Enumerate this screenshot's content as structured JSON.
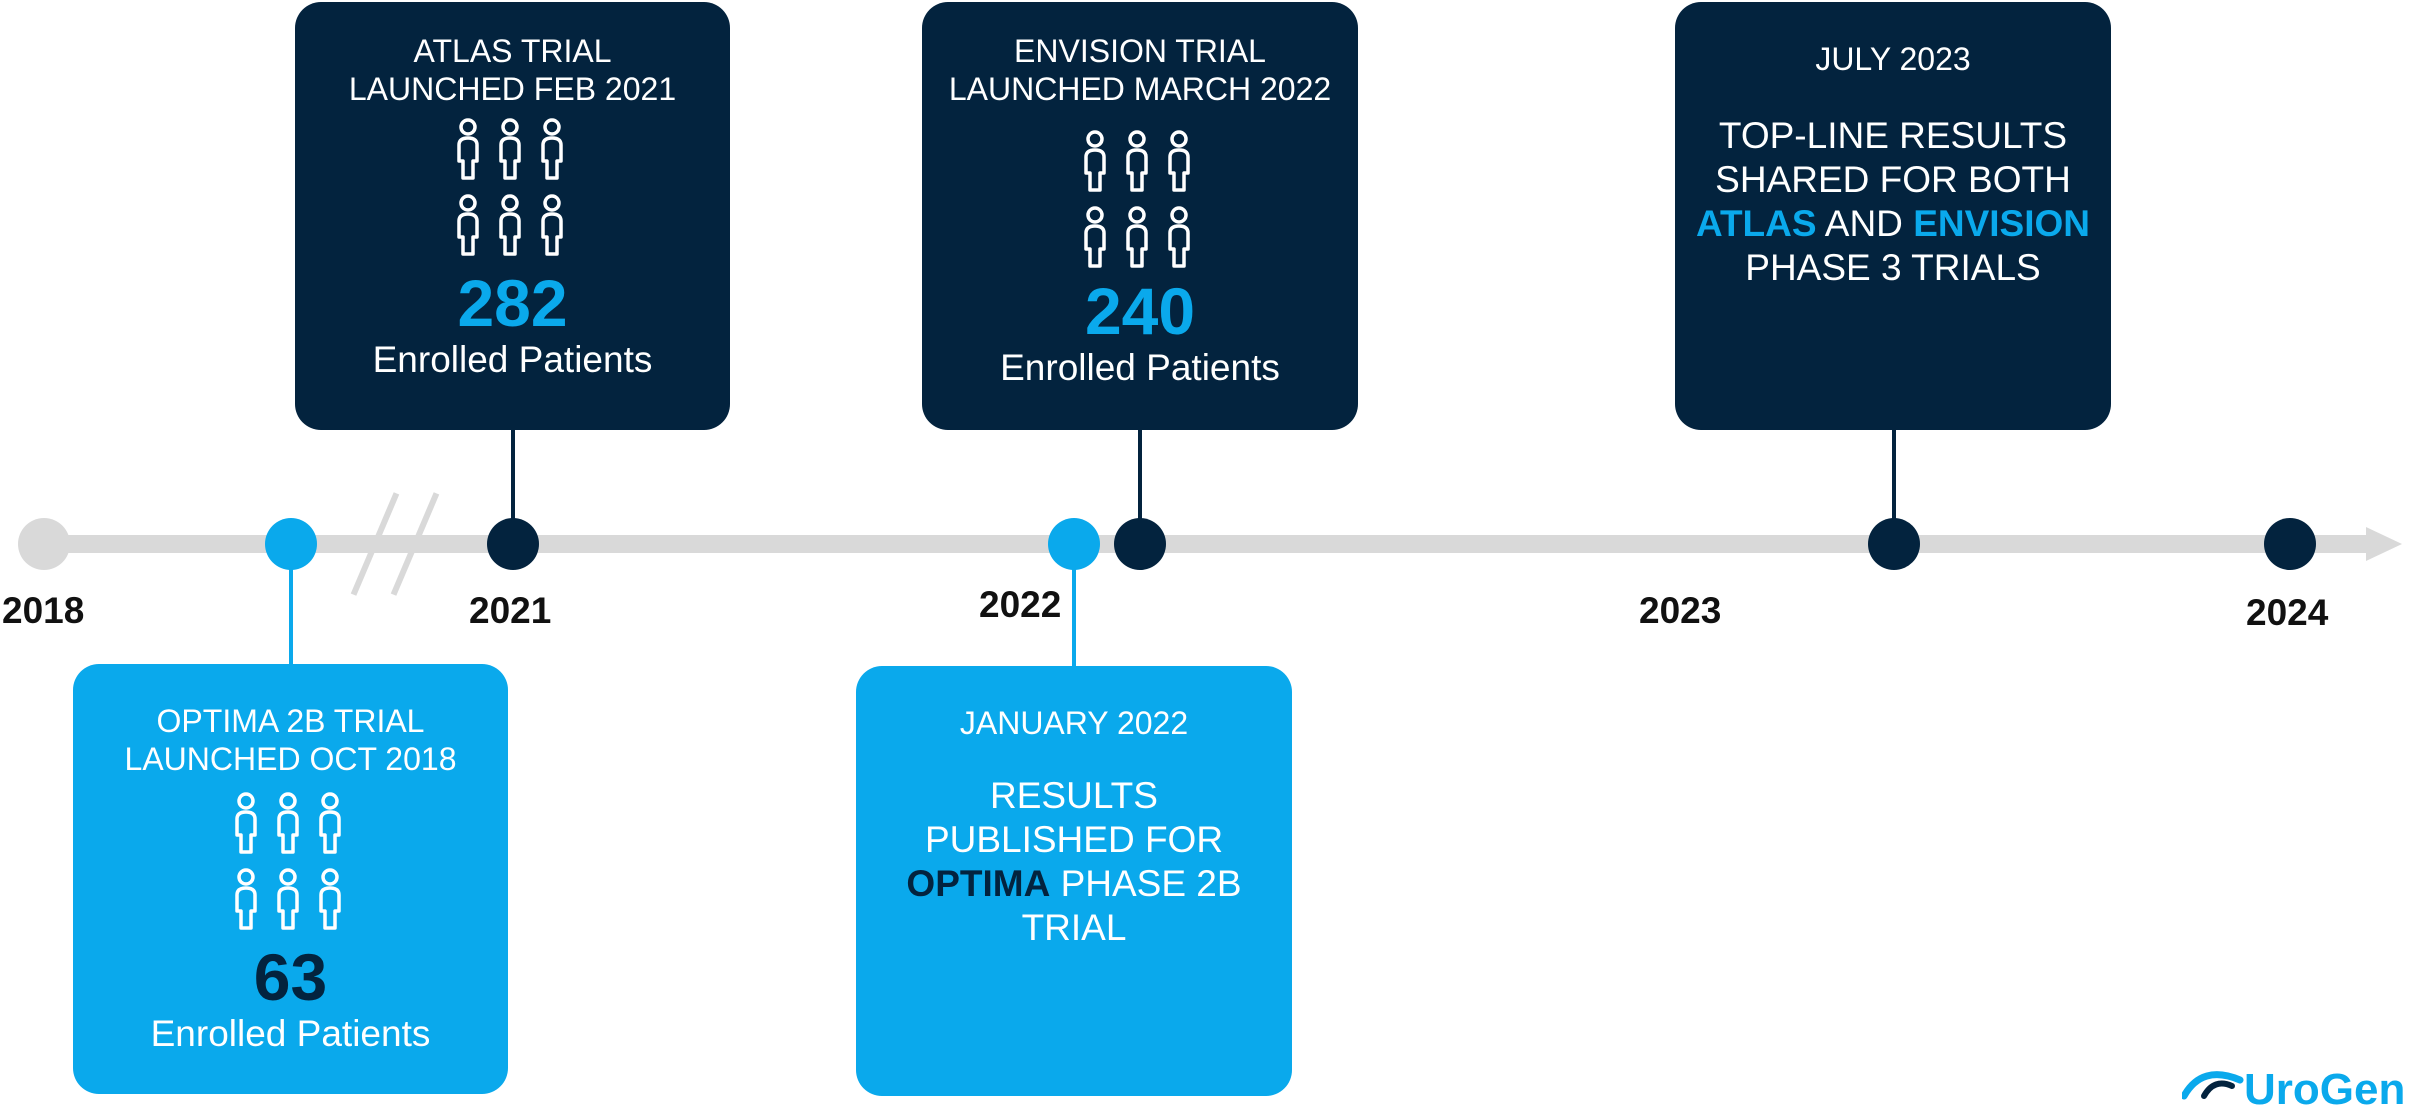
{
  "years": [
    {
      "id": "2018",
      "label": "2018"
    },
    {
      "id": "2021",
      "label": "2021"
    },
    {
      "id": "2022",
      "label": "2022"
    },
    {
      "id": "2023",
      "label": "2023"
    },
    {
      "id": "2024",
      "label": "2024"
    }
  ],
  "events": {
    "atlas": {
      "heading_line1": "ATLAS TRIAL",
      "heading_line2": "LAUNCHED FEB 2021",
      "count": "282",
      "count_label": "Enrolled Patients"
    },
    "envision": {
      "heading_line1": "ENVISION TRIAL",
      "heading_line2": "LAUNCHED MARCH 2022",
      "count": "240",
      "count_label": "Enrolled Patients"
    },
    "july2023": {
      "date": "JULY 2023",
      "line1": "TOP-LINE RESULTS",
      "line2": "SHARED FOR BOTH",
      "line3_a": "ATLAS",
      "line3_b": " AND ",
      "line3_c": "ENVISION",
      "line4": "PHASE 3 TRIALS"
    },
    "optima": {
      "heading_line1": "OPTIMA 2B TRIAL",
      "heading_line2": "LAUNCHED OCT 2018",
      "count": "63",
      "count_label": "Enrolled Patients"
    },
    "jan2022": {
      "date": "JANUARY 2022",
      "line1": "RESULTS",
      "line2": "PUBLISHED FOR",
      "line3_a": "OPTIMA",
      "line3_b": " PHASE 2B",
      "line4": "TRIAL"
    }
  },
  "logo": {
    "text": "UroGen"
  },
  "colors": {
    "navy": "#03233e",
    "blue": "#0aa9ec",
    "axis": "#d9d9d9"
  },
  "icons": {
    "people": "people-group-icon"
  }
}
